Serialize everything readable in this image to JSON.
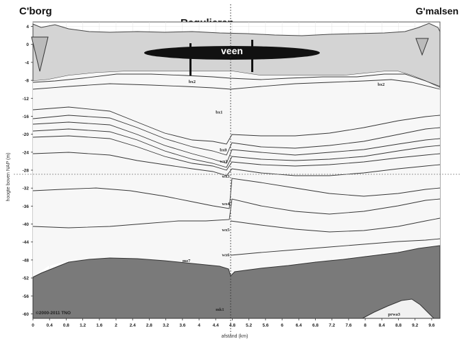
{
  "titles": {
    "left": "C'borg",
    "right": "G'malsen",
    "center": "Regulieren"
  },
  "peat_label": "veen",
  "chart_data": {
    "type": "area",
    "title": "Regulieren",
    "xlabel": "afstand (km)",
    "ylabel": "hoogte boven NAP (m)",
    "xlim": [
      0,
      9.8
    ],
    "ylim": [
      -61,
      5
    ],
    "x_ticks": [
      "0",
      "0.4",
      "0.8",
      "1.2",
      "1.6",
      "2",
      "2.4",
      "2.8",
      "3.2",
      "3.6",
      "4",
      "4.4",
      "4.8",
      "5.2",
      "5.6",
      "6",
      "6.4",
      "6.8",
      "7.2",
      "7.6",
      "8",
      "8.4",
      "8.8",
      "9.2",
      "9.6"
    ],
    "y_ticks": [
      "4",
      "0",
      "-4",
      "-8",
      "-12",
      "-16",
      "-20",
      "-24",
      "-28",
      "-32",
      "-36",
      "-40",
      "-44",
      "-48",
      "-52",
      "-56",
      "-60"
    ],
    "grid": true,
    "layer_labels": [
      {
        "text": "bx2",
        "x": 3.75,
        "y": -8.6
      },
      {
        "text": "bx2",
        "x": 8.3,
        "y": -9.2
      },
      {
        "text": "bx1",
        "x": 4.4,
        "y": -15.4
      },
      {
        "text": "bx8",
        "x": 4.5,
        "y": -23.8
      },
      {
        "text": "wx1",
        "x": 4.5,
        "y": -26.3
      },
      {
        "text": "wx3",
        "x": 4.55,
        "y": -29.7
      },
      {
        "text": "wx4",
        "x": 4.55,
        "y": -35.8
      },
      {
        "text": "wx5",
        "x": 4.55,
        "y": -41.6
      },
      {
        "text": "wx6",
        "x": 4.55,
        "y": -47.2
      },
      {
        "text": "mz7",
        "x": 3.6,
        "y": -48.5
      },
      {
        "text": "mk1",
        "x": 4.4,
        "y": -59.3
      },
      {
        "text": "prwa3",
        "x": 8.55,
        "y": -65.0
      }
    ],
    "copyright": "©2000-2011 TNO"
  },
  "icons": {
    "left_marker": "triangle-marker",
    "right_marker": "triangle-marker"
  }
}
